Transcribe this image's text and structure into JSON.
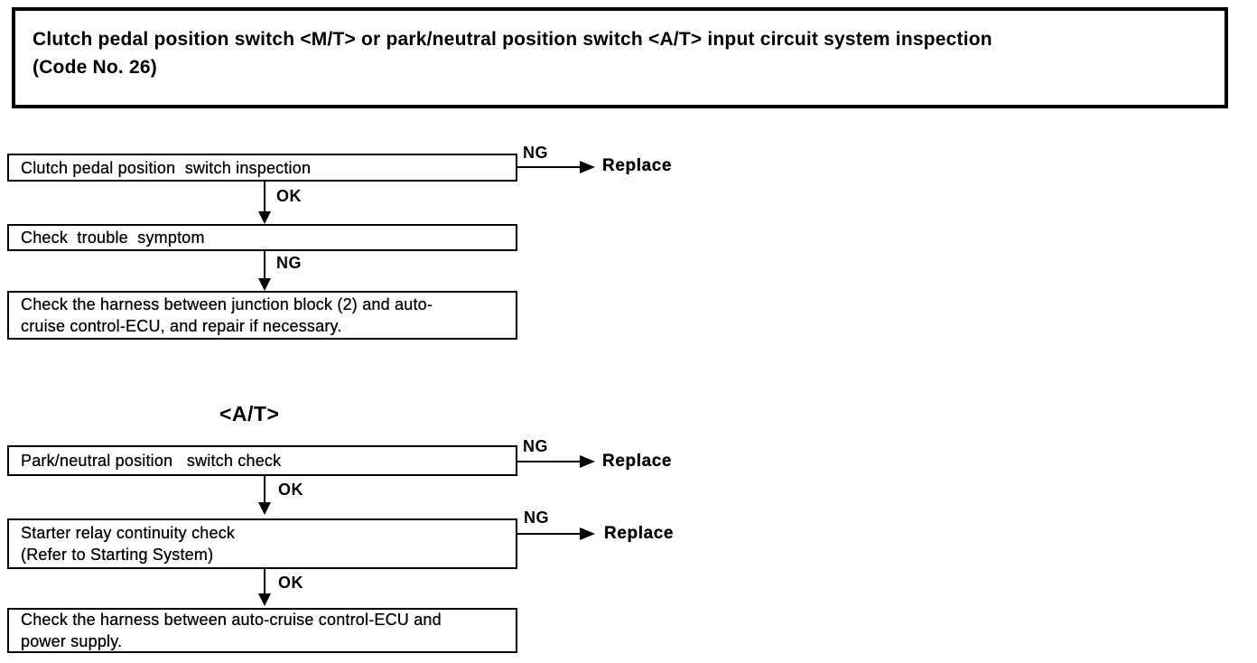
{
  "title_box": {
    "line1": "Clutch pedal position switch <M/T> or park/neutral position switch <A/T> input circuit system inspection",
    "line2": "(Code No. 26)"
  },
  "labels": {
    "ok": "OK",
    "ng": "NG",
    "replace": "Replace",
    "at_section": "<A/T>"
  },
  "mt_flow": {
    "step1_lines": [
      "Clutch pedal position  switch inspection"
    ],
    "step2_lines": [
      "Check  trouble  symptom"
    ],
    "step3_lines": [
      "Check the harness between junction block (2) and auto-",
      "cruise control-ECU, and repair if necessary."
    ]
  },
  "at_flow": {
    "step1_lines": [
      "Park/neutral position   switch check"
    ],
    "step2_lines": [
      "Starter relay continuity check",
      "(Refer to Starting System)"
    ],
    "step3_lines": [
      "Check the harness between auto-cruise control-ECU and",
      "power supply."
    ]
  }
}
